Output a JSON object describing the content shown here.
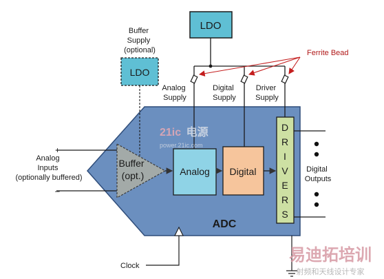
{
  "diagram": {
    "ldo_main": "LDO",
    "buffer_supply": [
      "Buffer",
      "Supply",
      "(optional)"
    ],
    "ldo_buffer": "LDO",
    "ferrite_bead": "Ferrite Bead",
    "analog_supply": [
      "Analog",
      "Supply"
    ],
    "digital_supply": [
      "Digital",
      "Supply"
    ],
    "driver_supply": [
      "Driver",
      "Supply"
    ],
    "analog_inputs": [
      "Analog",
      "Inputs",
      "(optionally buffered)"
    ],
    "plus": "+",
    "minus": "–",
    "buffer": [
      "Buffer",
      "(opt.)"
    ],
    "analog_block": "Analog",
    "digital_block": "Digital",
    "drivers_letters": [
      "D",
      "R",
      "I",
      "V",
      "E",
      "R",
      "S"
    ],
    "digital_outputs": [
      "Digital",
      "Outputs"
    ],
    "adc": "ADC",
    "clock": "Clock"
  },
  "watermark": {
    "brand_num": "21ic",
    "brand_cn": "电源",
    "url": "power.21ic.com",
    "corner_main": "易迪拓培训",
    "corner_sub": "射频和天线设计专家"
  },
  "colors": {
    "adc_body": "#6b8fbf",
    "analog_block": "#8fd3e6",
    "digital_block": "#f6c59c",
    "drivers_block": "#cde0a3",
    "ldo": "#5fbfd4",
    "buffer_triangle": "#a3aaa8",
    "ferrite_arrow": "#c41e1e"
  }
}
